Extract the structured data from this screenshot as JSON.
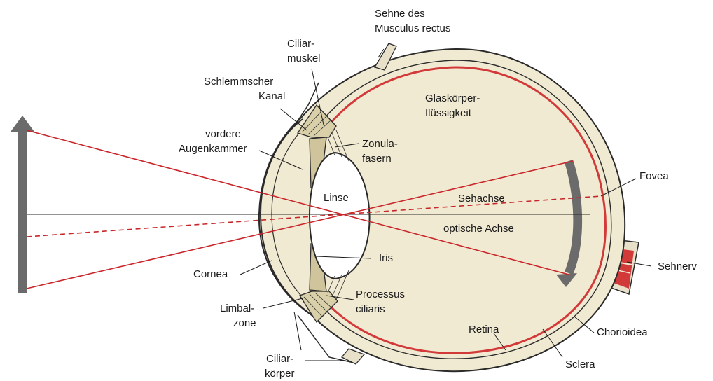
{
  "colors": {
    "background": "#ffffff",
    "eye_fill": "#f1ead3",
    "outline": "#2a2a2a",
    "ray_red": "#c8262a",
    "arrow_grey": "#6b6b6b",
    "retina_red": "#d23a3a"
  },
  "labels": {
    "sehne_line1": "Sehne des",
    "sehne_line2": "Musculus rectus",
    "ciliarmuskel_line1": "Ciliar-",
    "ciliarmuskel_line2": "muskel",
    "schlemm_line1": "Schlemmscher",
    "schlemm_line2": "Kanal",
    "vordere_line1": "vordere",
    "vordere_line2": "Augenkammer",
    "glaskoerper_line1": "Glaskörper-",
    "glaskoerper_line2": "flüssigkeit",
    "zonula_line1": "Zonula-",
    "zonula_line2": "fasern",
    "linse": "Linse",
    "fovea": "Fovea",
    "sehachse": "Sehachse",
    "optische_achse": "optische Achse",
    "iris": "Iris",
    "cornea": "Cornea",
    "sehnerv": "Sehnerv",
    "processus_line1": "Processus",
    "processus_line2": "ciliaris",
    "limbal_line1": "Limbal-",
    "limbal_line2": "zone",
    "retina": "Retina",
    "chorioidea": "Chorioidea",
    "ciliarkoerper_line1": "Ciliar-",
    "ciliarkoerper_line2": "körper",
    "sclera": "Sclera"
  }
}
